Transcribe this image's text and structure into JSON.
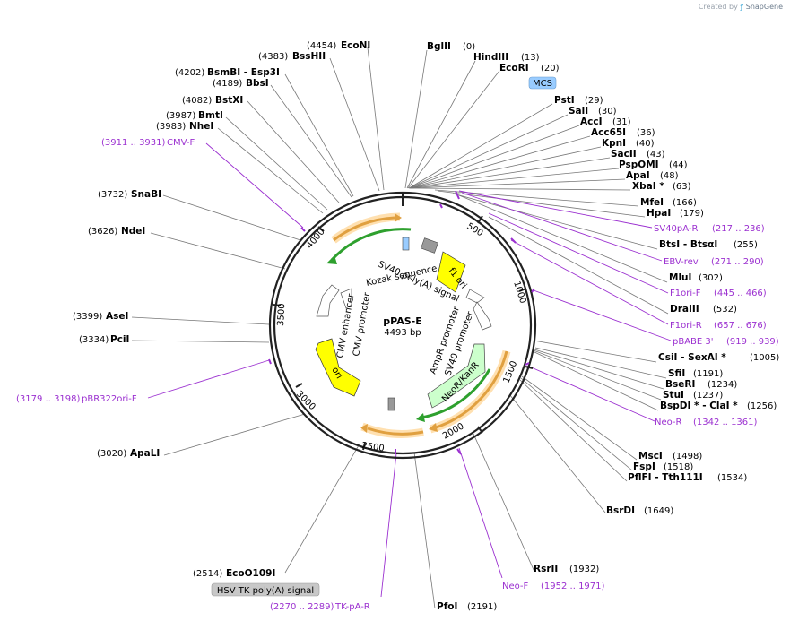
{
  "credit": {
    "prefix": "Created by",
    "brand": "SnapGene"
  },
  "plasmid": {
    "name": "pPAS-E",
    "length": "4493 bp"
  },
  "ticks": [
    "500",
    "1000",
    "1500",
    "2000",
    "2500",
    "3000",
    "3500",
    "4000"
  ],
  "features": {
    "mcs": "MCS",
    "hsv": "HSV TK poly(A) signal",
    "sv40_polyA": "SV40 poly(A) signal",
    "kozak": "Kozak sequence",
    "f1ori": "f1 ori",
    "ampr_promoter": "AmpR promoter",
    "sv40_promoter": "SV40 promoter",
    "neokanr": "NeoR/KanR",
    "cmv_enhancer": "CMV enhancer",
    "cmv_promoter": "CMV promoter",
    "ori": "ori"
  },
  "sites": [
    {
      "name": "BglII",
      "pos": "(0)"
    },
    {
      "name": "HindIII",
      "pos": "(13)"
    },
    {
      "name": "EcoRI",
      "pos": "(20)"
    },
    {
      "name": "PstI",
      "pos": "(29)"
    },
    {
      "name": "SalI",
      "pos": "(30)"
    },
    {
      "name": "AccI",
      "pos": "(31)"
    },
    {
      "name": "Acc65I",
      "pos": "(36)"
    },
    {
      "name": "KpnI",
      "pos": "(40)"
    },
    {
      "name": "SacII",
      "pos": "(43)"
    },
    {
      "name": "PspOMI",
      "pos": "(44)"
    },
    {
      "name": "ApaI",
      "pos": "(48)"
    },
    {
      "name": "XbaI *",
      "pos": "(63)"
    },
    {
      "name": "MfeI",
      "pos": "(166)"
    },
    {
      "name": "HpaI",
      "pos": "(179)"
    },
    {
      "name": "BtsI - BtsαI",
      "pos": "(255)"
    },
    {
      "name": "MluI",
      "pos": "(302)"
    },
    {
      "name": "DraIII",
      "pos": "(532)"
    },
    {
      "name": "CsiI - SexAI *",
      "pos": "(1005)"
    },
    {
      "name": "SfiI",
      "pos": "(1191)"
    },
    {
      "name": "BseRI",
      "pos": "(1234)"
    },
    {
      "name": "StuI",
      "pos": "(1237)"
    },
    {
      "name": "BspDI * - ClaI *",
      "pos": "(1256)"
    },
    {
      "name": "MscI",
      "pos": "(1498)"
    },
    {
      "name": "FspI",
      "pos": "(1518)"
    },
    {
      "name": "PflFI - Tth111I",
      "pos": "(1534)"
    },
    {
      "name": "BsrDI",
      "pos": "(1649)"
    },
    {
      "name": "RsrII",
      "pos": "(1932)"
    },
    {
      "name": "PfoI",
      "pos": "(2191)"
    },
    {
      "name": "EcoO109I",
      "pos": "(2514)"
    },
    {
      "name": "ApaLI",
      "pos": "(3020)"
    },
    {
      "name": "PciI",
      "pos": "(3334)"
    },
    {
      "name": "AseI",
      "pos": "(3399)"
    },
    {
      "name": "NdeI",
      "pos": "(3626)"
    },
    {
      "name": "SnaBI",
      "pos": "(3732)"
    },
    {
      "name": "NheI",
      "pos": "(3983)"
    },
    {
      "name": "BmtI",
      "pos": "(3987)"
    },
    {
      "name": "BstXI",
      "pos": "(4082)"
    },
    {
      "name": "BbsI",
      "pos": "(4189)"
    },
    {
      "name": "BsmBI - Esp3I",
      "pos": "(4202)"
    },
    {
      "name": "BssHII",
      "pos": "(4383)"
    },
    {
      "name": "EcoNI",
      "pos": "(4454)"
    }
  ],
  "primers": [
    {
      "name": "SV40pA-R",
      "pos": "(217 .. 236)"
    },
    {
      "name": "EBV-rev",
      "pos": "(271 .. 290)"
    },
    {
      "name": "F1ori-F",
      "pos": "(445 .. 466)"
    },
    {
      "name": "F1ori-R",
      "pos": "(657 .. 676)"
    },
    {
      "name": "pBABE 3'",
      "pos": "(919 .. 939)"
    },
    {
      "name": "Neo-R",
      "pos": "(1342 .. 1361)"
    },
    {
      "name": "Neo-F",
      "pos": "(1952 .. 1971)"
    },
    {
      "name": "TK-pA-R",
      "pos": "(2270 .. 2289)"
    },
    {
      "name": "pBR322ori-F",
      "pos": "(3179 .. 3198)"
    },
    {
      "name": "CMV-F",
      "pos": "(3911 .. 3931)"
    }
  ],
  "colors": {
    "backbone": "#222222",
    "primer": "#9b30d0",
    "promoter_fill": "#ffffff",
    "ori_fill": "#ffff00",
    "gene_green": "#2ea02e",
    "gene_orange": "#e0a040",
    "neo_fill": "#ccffcc",
    "mcs_fill": "#99ccff",
    "hsv_fill": "#c8c8c8"
  }
}
